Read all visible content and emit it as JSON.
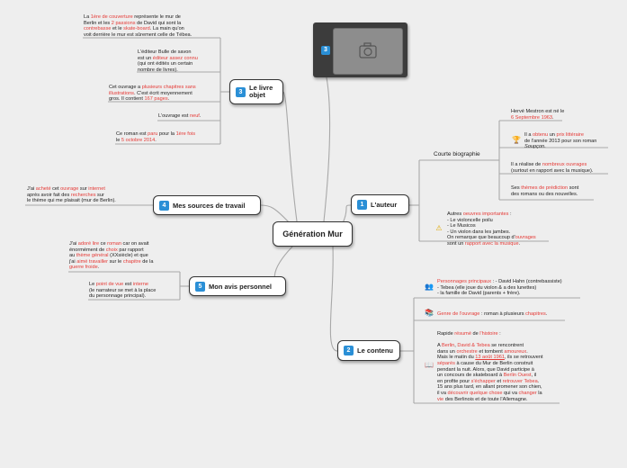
{
  "central": "Génération Mur",
  "branches": {
    "auteur": {
      "num": "1",
      "label": "L'auteur"
    },
    "contenu": {
      "num": "2",
      "label": "Le contenu"
    },
    "livre": {
      "num": "3",
      "label": "Le livre objet"
    },
    "sources": {
      "num": "4",
      "label": "Mes sources de travail"
    },
    "avis": {
      "num": "5",
      "label": "Mon avis personnel"
    }
  },
  "image_badge": "3",
  "biography_label": "Courte biographie",
  "colors": {
    "accent": "#2a8fd6",
    "highlight": "#e53935",
    "line": "#a8a8a8"
  },
  "icons": {
    "trophy": "trophy-icon",
    "warning": "warning-icon",
    "characters": "characters-icon",
    "books": "books-icon",
    "open_book": "open-book-icon",
    "camera": "camera-icon"
  },
  "notes": {
    "livre_1": [
      {
        "t": "La "
      },
      {
        "t": "1ère de couverture",
        "r": true
      },
      {
        "t": " représente le mur de"
      },
      {
        "br": true
      },
      {
        "t": "Berlin et les "
      },
      {
        "t": "2 passions",
        "r": true
      },
      {
        "t": " de David qui sont la"
      },
      {
        "br": true
      },
      {
        "t": "contrebasse",
        "r": true
      },
      {
        "t": " et le "
      },
      {
        "t": "skate-board",
        "r": true
      },
      {
        "t": ". La main qu'on"
      },
      {
        "br": true
      },
      {
        "t": "voit derrière le mur est sûrement celle de Tébea."
      }
    ],
    "livre_2": [
      {
        "t": "L'éditeur Bulle de savon"
      },
      {
        "br": true
      },
      {
        "t": "est un "
      },
      {
        "t": "éditeur assez connu",
        "r": true
      },
      {
        "br": true
      },
      {
        "t": "(qui ont édités un certain"
      },
      {
        "br": true
      },
      {
        "t": "nombre de livres)."
      }
    ],
    "livre_3": [
      {
        "t": "Cet ouvrage a "
      },
      {
        "t": "plusieurs chapitres sans",
        "r": true
      },
      {
        "br": true
      },
      {
        "t": "illustrations",
        "r": true
      },
      {
        "t": ". C'est écrit moyennement"
      },
      {
        "br": true
      },
      {
        "t": "gros. Il contient "
      },
      {
        "t": "167 pages",
        "r": true
      },
      {
        "t": "."
      }
    ],
    "livre_4": [
      {
        "t": "L'ouvrage est "
      },
      {
        "t": "neuf",
        "r": true
      },
      {
        "t": "."
      }
    ],
    "livre_5": [
      {
        "t": "Ce roman est "
      },
      {
        "t": "paru",
        "r": true
      },
      {
        "t": " pour la "
      },
      {
        "t": "1ère fois",
        "r": true
      },
      {
        "br": true
      },
      {
        "t": "le "
      },
      {
        "t": "5 octobre 2014",
        "r": true
      },
      {
        "t": "."
      }
    ],
    "sources_1": [
      {
        "t": "J'ai "
      },
      {
        "t": "acheté",
        "r": true
      },
      {
        "t": " cet "
      },
      {
        "t": "ouvrage",
        "r": true
      },
      {
        "t": " sur "
      },
      {
        "t": "internet",
        "r": true
      },
      {
        "br": true
      },
      {
        "t": "après avoir fait des "
      },
      {
        "t": "recherches",
        "r": true
      },
      {
        "t": " sur"
      },
      {
        "br": true
      },
      {
        "t": "le thème qui me plaisait (mur de Berlin)."
      }
    ],
    "avis_1": [
      {
        "t": "J'ai "
      },
      {
        "t": "adoré lire",
        "r": true
      },
      {
        "t": " ce "
      },
      {
        "t": "roman",
        "r": true
      },
      {
        "t": " car on avait"
      },
      {
        "br": true
      },
      {
        "t": "énormément de "
      },
      {
        "t": "choix",
        "r": true
      },
      {
        "t": " par rapport"
      },
      {
        "br": true
      },
      {
        "t": "au "
      },
      {
        "t": "thème général",
        "r": true
      },
      {
        "t": " (XXsiècle) et que"
      },
      {
        "br": true
      },
      {
        "t": "j'ai "
      },
      {
        "t": "aimé travailler",
        "r": true
      },
      {
        "t": " sur le "
      },
      {
        "t": "chapitre",
        "r": true
      },
      {
        "t": " de la"
      },
      {
        "br": true
      },
      {
        "t": "guerre froide",
        "r": true
      },
      {
        "t": "."
      }
    ],
    "avis_2": [
      {
        "t": "Le "
      },
      {
        "t": "point de vue",
        "r": true
      },
      {
        "t": " est "
      },
      {
        "t": "interne",
        "r": true
      },
      {
        "br": true
      },
      {
        "t": "(le narrateur se met à la place"
      },
      {
        "br": true
      },
      {
        "t": "du personnage principal)."
      }
    ],
    "bio_1": [
      {
        "t": "Hervé Mestron est né le"
      },
      {
        "br": true
      },
      {
        "t": "6 Septembre 1963",
        "r": true
      },
      {
        "t": "."
      }
    ],
    "bio_2": [
      {
        "t": "Il a "
      },
      {
        "t": "obtenu",
        "r": true
      },
      {
        "t": " un "
      },
      {
        "t": "prix littéraire",
        "r": true
      },
      {
        "br": true
      },
      {
        "t": "de l'année 2013 pour son roman"
      },
      {
        "br": true
      },
      {
        "t": "Soupçon",
        "i": true
      },
      {
        "t": "."
      }
    ],
    "bio_3": [
      {
        "t": "Il a réalise de "
      },
      {
        "t": "nombreux ouvrages",
        "r": true
      },
      {
        "br": true
      },
      {
        "t": "(surtout en rapport avec la musique)."
      }
    ],
    "bio_4": [
      {
        "t": "Ses "
      },
      {
        "t": "thèmes de prédiction",
        "r": true
      },
      {
        "t": " sont"
      },
      {
        "br": true
      },
      {
        "t": "des romans ou des nouvelles."
      }
    ],
    "auteur_2": [
      {
        "t": "Autres "
      },
      {
        "t": "oeuvres importantes",
        "r": true
      },
      {
        "t": " :"
      },
      {
        "br": true
      },
      {
        "t": " - Le violoncelle poilu"
      },
      {
        "br": true
      },
      {
        "t": " - Le Musicos"
      },
      {
        "br": true
      },
      {
        "t": " - Un violon dans les jambes."
      },
      {
        "br": true
      },
      {
        "t": "On remarque que beaucoup d'"
      },
      {
        "t": "ouvrages",
        "r": true
      },
      {
        "br": true
      },
      {
        "t": "sont un "
      },
      {
        "t": "rapport avec la musique",
        "r": true
      },
      {
        "t": "."
      }
    ],
    "contenu_1": [
      {
        "t": "Personnages principaux",
        "r": true
      },
      {
        "t": " :  - David Hahn (contrebassiste)"
      },
      {
        "br": true
      },
      {
        "t": " - Tebea (elle joue du violon & a des lunettes)"
      },
      {
        "br": true
      },
      {
        "t": " - la famille de David (parents + frère)."
      }
    ],
    "contenu_2": [
      {
        "t": "Genre de l'ouvrage",
        "r": true
      },
      {
        "t": " : roman à plusieurs "
      },
      {
        "t": "chapitres",
        "r": true
      },
      {
        "t": "."
      }
    ],
    "contenu_3": [
      {
        "t": "Rapide "
      },
      {
        "t": "résumé",
        "r": true
      },
      {
        "t": " de "
      },
      {
        "t": "l'histoire",
        "r": true
      },
      {
        "t": " :"
      },
      {
        "br": true
      },
      {
        "br": true
      },
      {
        "t": "A "
      },
      {
        "t": "Berlin",
        "r": true
      },
      {
        "t": ", "
      },
      {
        "t": "David & Tebea",
        "r": true
      },
      {
        "t": " se rencontrent"
      },
      {
        "br": true
      },
      {
        "t": "dans un "
      },
      {
        "t": "orchestre",
        "r": true
      },
      {
        "t": " et tombent "
      },
      {
        "t": "amoureux",
        "r": true
      },
      {
        "t": "."
      },
      {
        "br": true
      },
      {
        "t": "Mais le matin du "
      },
      {
        "t": "13 août 1961",
        "r": true,
        "u": true
      },
      {
        "t": ", ils se retrouvent"
      },
      {
        "br": true
      },
      {
        "t": "séparés",
        "r": true
      },
      {
        "t": " à cause du Mur de Berlin construit"
      },
      {
        "br": true
      },
      {
        "t": "pendant la nuit. Alors, que David participe à"
      },
      {
        "br": true
      },
      {
        "t": "un concours de skateboard à "
      },
      {
        "t": "Berlin Ouest",
        "r": true
      },
      {
        "t": ", il"
      },
      {
        "br": true
      },
      {
        "t": "en profite pour "
      },
      {
        "t": "s'échapper",
        "r": true
      },
      {
        "t": " et "
      },
      {
        "t": "retrouver Tebea",
        "r": true
      },
      {
        "t": "."
      },
      {
        "br": true
      },
      {
        "t": "15 ans plus tard, en allant promener son chien,"
      },
      {
        "br": true
      },
      {
        "t": "il va "
      },
      {
        "t": "découvrir quelque chose",
        "r": true
      },
      {
        "t": " qui va "
      },
      {
        "t": "changer",
        "r": true
      },
      {
        "t": " la"
      },
      {
        "br": true
      },
      {
        "t": "vie",
        "r": true
      },
      {
        "t": " des Berlinois et de toute l'Allemagne."
      }
    ]
  }
}
